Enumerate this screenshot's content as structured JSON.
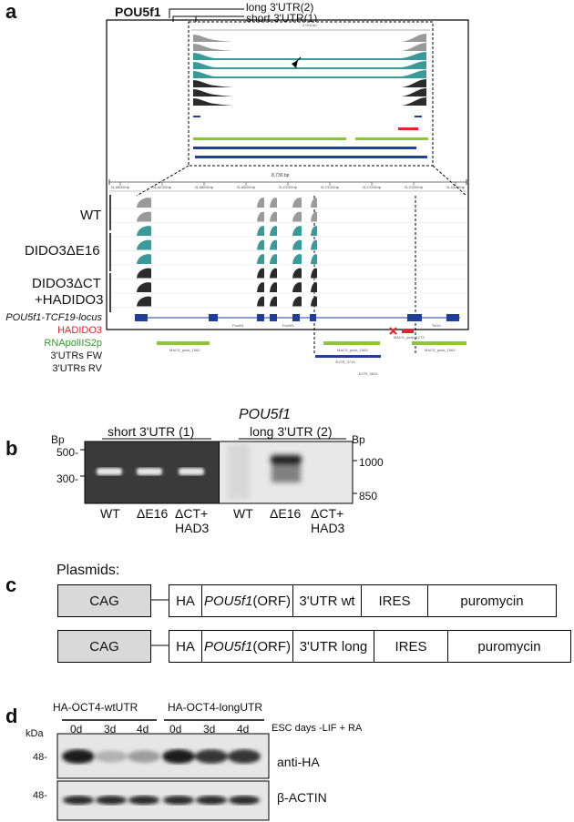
{
  "panels": {
    "a": "a",
    "b": "b",
    "c": "c",
    "d": "d"
  },
  "panel_a": {
    "gene_title": "POU5f1",
    "utr_long": "long 3'UTR(2)",
    "utr_short": "short 3'UTR(1)",
    "zoom_span": "2,004 bp",
    "main_span": "8,730 bp",
    "groups": {
      "wt": "WT",
      "e16": "DIDO3ΔE16",
      "ct1": "DIDO3ΔCT",
      "ct2": "+HADIDO3"
    },
    "tracks": [
      {
        "label": "POU5f1-TCF19-locus",
        "color": "#111111"
      },
      {
        "label": "HADIDO3",
        "color": "#e0262a"
      },
      {
        "label": "RNApolIIS2p",
        "color": "#2e9a2e"
      },
      {
        "label": "3'UTRs FW",
        "color": "#111111"
      },
      {
        "label": "3'UTRs RV",
        "color": "#111111"
      }
    ],
    "genome_ticks": [
      "31,166,000 bp",
      "31,167,000 bp",
      "31,168,000 bp",
      "31,169,000 bp",
      "31,170,000 bp",
      "31,171,000 bp",
      "31,172,000 bp",
      "31,173,000 bp",
      "31,174,000 bp"
    ],
    "feature_labels": {
      "pou1": "Pou5f1",
      "pou2": "Pou5f1",
      "tcf": "Tcf19",
      "peak1": "MACS_peak_1562",
      "peak2": "MACS_peak_1563",
      "peak3": "MACS_peak_1564",
      "hadido": "MACS_peak_1273",
      "utr1": "3UTR_0719",
      "utr2": "3UTR_0624"
    },
    "colors": {
      "wt": "#9a9a9a",
      "e16": "#3a9a9a",
      "ct": "#2b2b2b",
      "gene": "#1f3f9a",
      "peak": "#8cc43c",
      "hadido": "#e0262a"
    }
  },
  "panel_b": {
    "title": "POU5f1",
    "short_label": "short 3'UTR (1)",
    "long_label": "long 3'UTR (2)",
    "bp_left": "Bp",
    "bp_right": "Bp",
    "left_ticks": [
      "500-",
      "300-"
    ],
    "right_ticks": [
      "1000",
      "850"
    ],
    "lanes_left": [
      "WT",
      "ΔE16",
      "ΔCT+",
      "HAD3"
    ],
    "lanes_right": [
      "WT",
      "ΔE16",
      "ΔCT+",
      "HAD3"
    ]
  },
  "panel_c": {
    "title": "Plasmids:",
    "row1": [
      "CAG",
      "HA",
      "POU5f1",
      "(ORF)",
      "3'UTR wt",
      "IRES",
      "puromycin"
    ],
    "row2": [
      "CAG",
      "HA",
      "POU5f1",
      "(ORF)",
      "3'UTR long",
      "IRES",
      "puromycin"
    ]
  },
  "panel_d": {
    "group1": "HA-OCT4-wtUTR",
    "group2": "HA-OCT4-longUTR",
    "times": [
      "0d",
      "3d",
      "4d",
      "0d",
      "3d",
      "4d"
    ],
    "condition": "ESC days -LIF + RA",
    "kda": "kDa",
    "mw1": "48-",
    "mw2": "48-",
    "blot1": "anti-HA",
    "blot2": "β-ACTIN",
    "ha_intensity": [
      0.95,
      0.25,
      0.35,
      0.95,
      0.85,
      0.85
    ],
    "actin_intensity": [
      0.9,
      0.9,
      0.9,
      0.9,
      0.9,
      0.9
    ]
  }
}
